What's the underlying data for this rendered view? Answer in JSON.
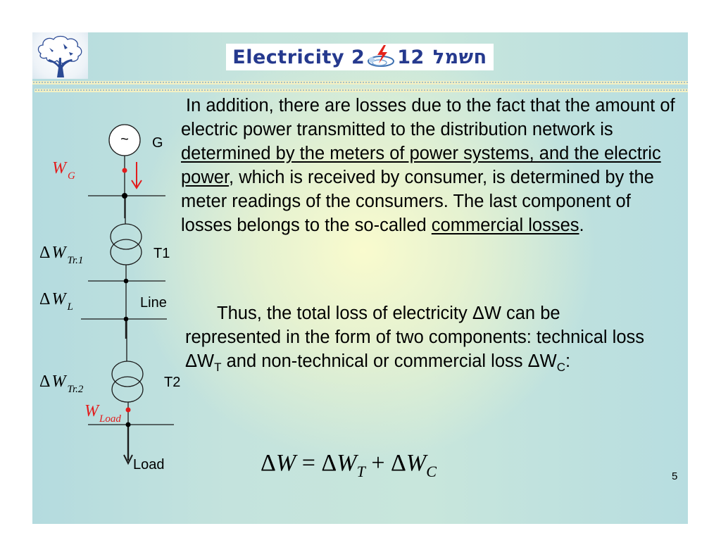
{
  "header": {
    "banner_title": "Electricity 2",
    "banner_year_suffix": "12",
    "banner_hebrew": "חשמל",
    "logo_icon": "tree-logo-icon",
    "banner_icon": "lightning-bolt-icon"
  },
  "diagram": {
    "generator_symbol": "~",
    "generator_label": "G",
    "wg_label": "W",
    "wg_sub": "G",
    "t1_label": "T1",
    "t1_loss_delta": "Δ",
    "t1_loss_label": "W",
    "t1_loss_sub": "Tr.1",
    "line_label": "Line",
    "line_loss_delta": "Δ",
    "line_loss_label": "W",
    "line_loss_sub": "L",
    "t2_label": "T2",
    "t2_loss_delta": "Δ",
    "t2_loss_label": "W",
    "t2_loss_sub": "Tr.2",
    "wload_label": "W",
    "wload_sub": "Load",
    "load_label": "Load",
    "accent_color": "#e21c1c"
  },
  "body": {
    "p1_text_a": "In addition, there are losses due to the fact that the amount of electric power transmitted to the distribution network is ",
    "p1_underline_a": "determined by the meters of power systems, and the electric power",
    "p1_text_b": ", which is received by consumer, is determined by the meter readings of the consumers. The last component of losses belongs to the so-called ",
    "p1_underline_b": "commercial losses",
    "p1_text_c": ".",
    "p2_first": "Thus, the total loss of electricity ΔW can be",
    "p2_text_a": "represented in the form of two components: technical loss ΔW",
    "p2_sub_t": "T",
    "p2_text_b": " and non-technical or commercial loss ΔW",
    "p2_sub_c": "C",
    "p2_text_c": ":"
  },
  "formula": {
    "lhs_delta": "Δ",
    "lhs_w": "W",
    "eq": " = ",
    "t_delta": "Δ",
    "t_w": "W",
    "t_sub": "T",
    "plus": " + ",
    "c_delta": "Δ",
    "c_w": "W",
    "c_sub": "C"
  },
  "footer": {
    "page_number": "5"
  }
}
